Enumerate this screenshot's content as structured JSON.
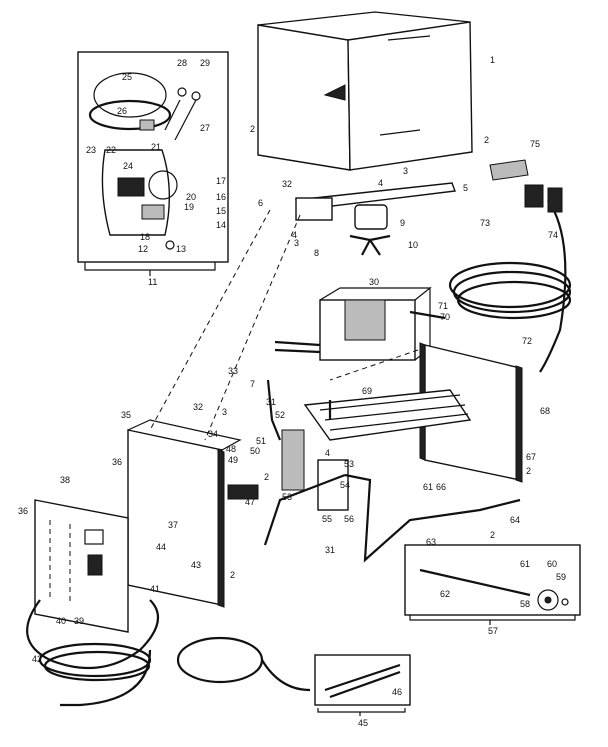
{
  "callouts": [
    {
      "id": "c1",
      "text": "1"
    },
    {
      "id": "c2a",
      "text": "2"
    },
    {
      "id": "c2b",
      "text": "2"
    },
    {
      "id": "c2c",
      "text": "2"
    },
    {
      "id": "c2d",
      "text": "2"
    },
    {
      "id": "c2e",
      "text": "2"
    },
    {
      "id": "c2f",
      "text": "2"
    },
    {
      "id": "c3a",
      "text": "3"
    },
    {
      "id": "c3b",
      "text": "3"
    },
    {
      "id": "c3c",
      "text": "3"
    },
    {
      "id": "c4a",
      "text": "4"
    },
    {
      "id": "c4b",
      "text": "4"
    },
    {
      "id": "c4c",
      "text": "4"
    },
    {
      "id": "c5",
      "text": "5"
    },
    {
      "id": "c6",
      "text": "6"
    },
    {
      "id": "c7",
      "text": "7"
    },
    {
      "id": "c8",
      "text": "8"
    },
    {
      "id": "c9",
      "text": "9"
    },
    {
      "id": "c10",
      "text": "10"
    },
    {
      "id": "c11",
      "text": "11"
    },
    {
      "id": "c12",
      "text": "12"
    },
    {
      "id": "c13",
      "text": "13"
    },
    {
      "id": "c14",
      "text": "14"
    },
    {
      "id": "c15",
      "text": "15"
    },
    {
      "id": "c16",
      "text": "16"
    },
    {
      "id": "c17",
      "text": "17"
    },
    {
      "id": "c18",
      "text": "18"
    },
    {
      "id": "c19",
      "text": "19"
    },
    {
      "id": "c20",
      "text": "20"
    },
    {
      "id": "c21",
      "text": "21"
    },
    {
      "id": "c22",
      "text": "22"
    },
    {
      "id": "c23",
      "text": "23"
    },
    {
      "id": "c24",
      "text": "24"
    },
    {
      "id": "c25",
      "text": "25"
    },
    {
      "id": "c26",
      "text": "26"
    },
    {
      "id": "c27",
      "text": "27"
    },
    {
      "id": "c28",
      "text": "28"
    },
    {
      "id": "c29",
      "text": "29"
    },
    {
      "id": "c30",
      "text": "30"
    },
    {
      "id": "c31a",
      "text": "31"
    },
    {
      "id": "c31b",
      "text": "31"
    },
    {
      "id": "c32a",
      "text": "32"
    },
    {
      "id": "c32b",
      "text": "32"
    },
    {
      "id": "c33",
      "text": "33"
    },
    {
      "id": "c34",
      "text": "34"
    },
    {
      "id": "c35",
      "text": "35"
    },
    {
      "id": "c36a",
      "text": "36"
    },
    {
      "id": "c36b",
      "text": "36"
    },
    {
      "id": "c37",
      "text": "37"
    },
    {
      "id": "c38",
      "text": "38"
    },
    {
      "id": "c39",
      "text": "39"
    },
    {
      "id": "c40",
      "text": "40"
    },
    {
      "id": "c41",
      "text": "41"
    },
    {
      "id": "c42",
      "text": "42"
    },
    {
      "id": "c43",
      "text": "43"
    },
    {
      "id": "c44",
      "text": "44"
    },
    {
      "id": "c45",
      "text": "45"
    },
    {
      "id": "c46",
      "text": "46"
    },
    {
      "id": "c47",
      "text": "47"
    },
    {
      "id": "c48",
      "text": "48"
    },
    {
      "id": "c49",
      "text": "49"
    },
    {
      "id": "c50",
      "text": "50"
    },
    {
      "id": "c51",
      "text": "51"
    },
    {
      "id": "c52",
      "text": "52"
    },
    {
      "id": "c53a",
      "text": "53"
    },
    {
      "id": "c53b",
      "text": "53"
    },
    {
      "id": "c54",
      "text": "54"
    },
    {
      "id": "c55",
      "text": "55"
    },
    {
      "id": "c56",
      "text": "56"
    },
    {
      "id": "c57",
      "text": "57"
    },
    {
      "id": "c58",
      "text": "58"
    },
    {
      "id": "c59",
      "text": "59"
    },
    {
      "id": "c60",
      "text": "60"
    },
    {
      "id": "c61a",
      "text": "61"
    },
    {
      "id": "c61b",
      "text": "61"
    },
    {
      "id": "c62",
      "text": "62"
    },
    {
      "id": "c63",
      "text": "63"
    },
    {
      "id": "c64",
      "text": "64"
    },
    {
      "id": "c66",
      "text": "66"
    },
    {
      "id": "c67",
      "text": "67"
    },
    {
      "id": "c68",
      "text": "68"
    },
    {
      "id": "c69",
      "text": "69"
    },
    {
      "id": "c70",
      "text": "70"
    },
    {
      "id": "c71",
      "text": "71"
    },
    {
      "id": "c72",
      "text": "72"
    },
    {
      "id": "c73",
      "text": "73"
    },
    {
      "id": "c74",
      "text": "74"
    },
    {
      "id": "c75",
      "text": "75"
    }
  ]
}
